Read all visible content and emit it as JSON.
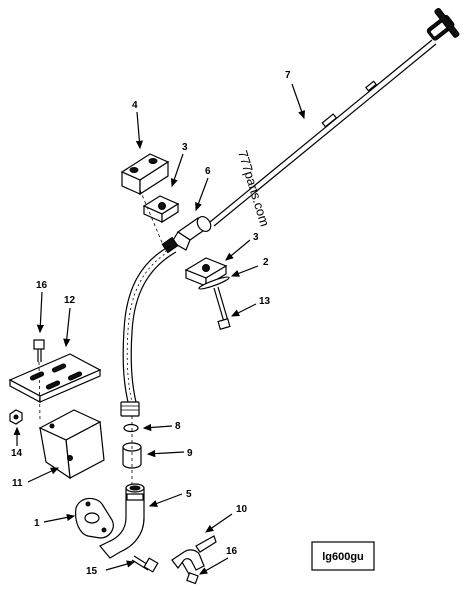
{
  "watermark": "777parts.com",
  "drawing_id": "lg600gu",
  "callouts": {
    "c1": "1",
    "c2": "2",
    "c3a": "3",
    "c3b": "3",
    "c4": "4",
    "c5": "5",
    "c6": "6",
    "c7": "7",
    "c8": "8",
    "c9": "9",
    "c10": "10",
    "c11": "11",
    "c12": "12",
    "c13": "13",
    "c14": "14",
    "c15": "15",
    "c16a": "16",
    "c16b": "16"
  }
}
